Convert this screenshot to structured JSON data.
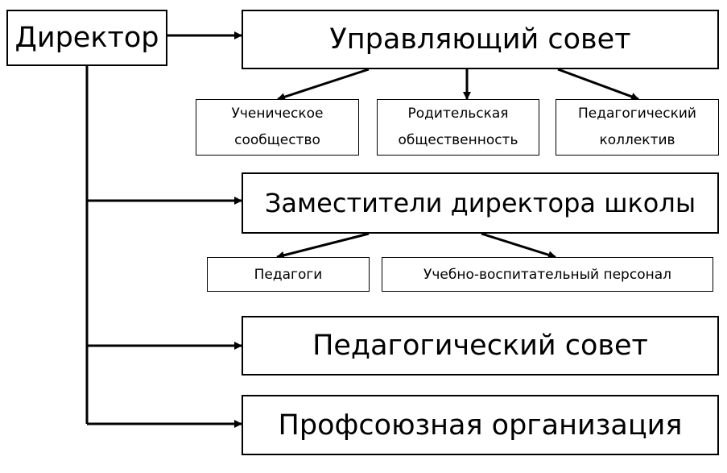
{
  "director": "Директор",
  "governing_council": "Управляющий совет",
  "council_members": [
    "Ученическое сообщество",
    "Родительская общественность",
    "Педагогический коллектив"
  ],
  "deputy_directors": "Заместители директора школы",
  "deputy_subordinates": [
    "Педагоги",
    "Учебно-воспитательный персонал"
  ],
  "pedagogical_council": "Педагогический совет",
  "trade_union": "Профсоюзная организация"
}
